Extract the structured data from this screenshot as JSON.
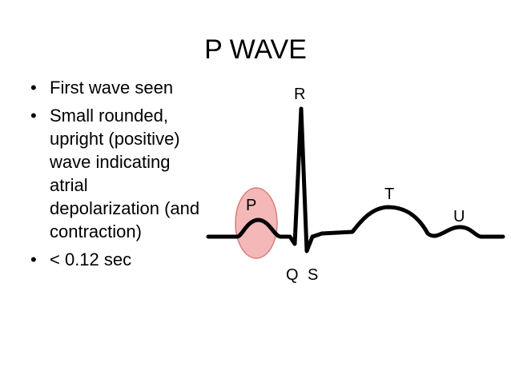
{
  "slide": {
    "title": "P WAVE",
    "bullets": [
      {
        "marker": "•",
        "text": "First wave seen"
      },
      {
        "marker": "•",
        "text": "Small rounded, upright (positive) wave indicating atrial depolarization (and contraction)"
      },
      {
        "marker": "•",
        "text": "< 0.12 sec"
      }
    ]
  },
  "diagram": {
    "wave_labels": {
      "p": "P",
      "q": "Q",
      "r": "R",
      "s": "S",
      "t": "T",
      "u": "U"
    },
    "colors": {
      "trace": "#000000",
      "highlight_fill": "#f4b8b8",
      "highlight_stroke": "#d97c7c"
    }
  }
}
